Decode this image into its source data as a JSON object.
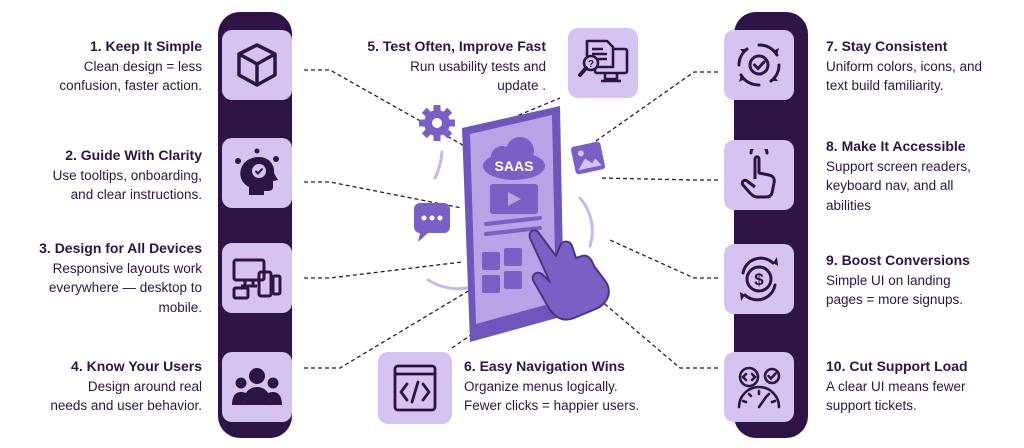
{
  "tips": [
    {
      "title": "1. Keep It Simple",
      "desc": [
        "Clean design = less",
        "confusion, faster action."
      ],
      "icon": "cube-icon"
    },
    {
      "title": "2. Guide With Clarity",
      "desc": [
        "Use tooltips, onboarding,",
        "and clear instructions."
      ],
      "icon": "head-brain-icon"
    },
    {
      "title": "3. Design for All Devices",
      "desc": [
        "Responsive layouts work",
        "everywhere — desktop to",
        "mobile."
      ],
      "icon": "devices-icon"
    },
    {
      "title": "4. Know Your Users",
      "desc": [
        "Design around real",
        "needs and user behavior."
      ],
      "icon": "users-group-icon"
    },
    {
      "title": "5. Test Often, Improve Fast",
      "desc": [
        "Run usability tests and",
        "update ."
      ],
      "icon": "test-document-icon"
    },
    {
      "title": "6. Easy Navigation Wins",
      "desc": [
        "Organize menus logically.",
        "Fewer clicks = happier users."
      ],
      "icon": "code-navigation-icon"
    },
    {
      "title": "7. Stay Consistent",
      "desc": [
        "Uniform colors, icons, and",
        "text build familiarity."
      ],
      "icon": "cycle-check-icon"
    },
    {
      "title": "8. Make It Accessible",
      "desc": [
        "Support screen readers,",
        "keyboard nav, and all",
        "abilities"
      ],
      "icon": "pointer-hand-icon"
    },
    {
      "title": "9. Boost Conversions",
      "desc": [
        "Simple UI on landing",
        "pages = more signups."
      ],
      "icon": "dollar-cycle-icon"
    },
    {
      "title": "10. Cut Support Load",
      "desc": [
        "A clear UI means fewer",
        "support tickets."
      ],
      "icon": "gauge-settings-icon"
    }
  ],
  "center": {
    "screen_label": "SAAS"
  },
  "colors": {
    "dark": "#2e1446",
    "light": "#d5c3f2",
    "mid": "#7a5fc4",
    "accent": "#9b86d9"
  }
}
